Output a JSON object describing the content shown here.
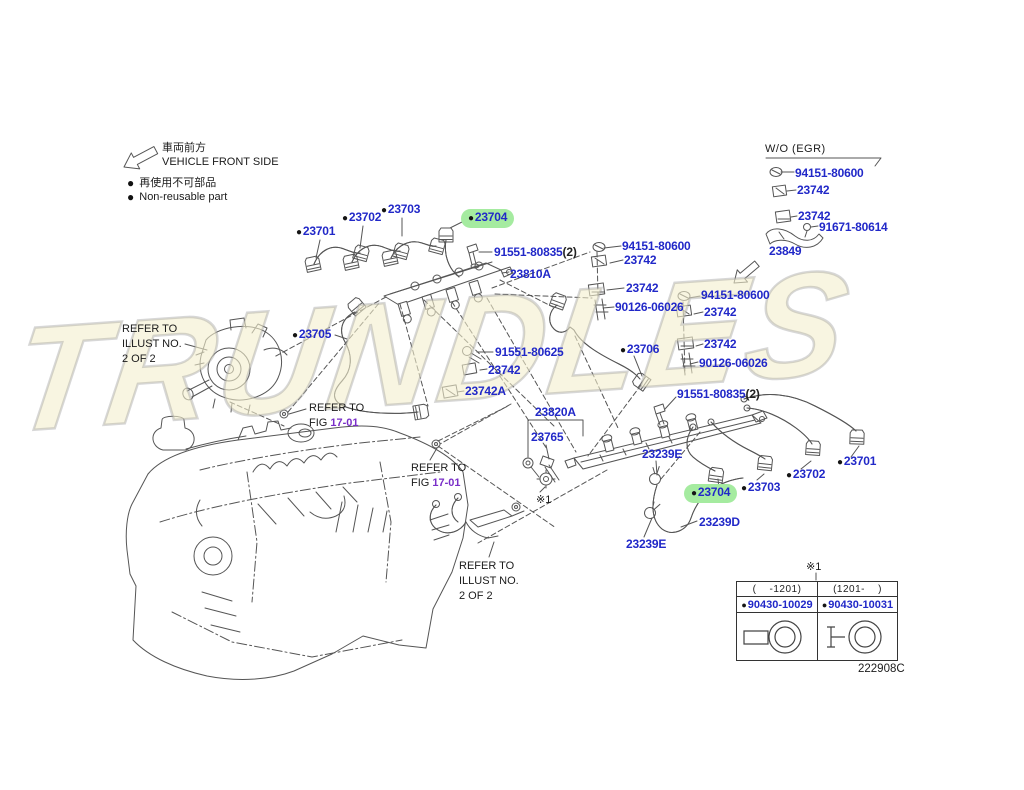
{
  "watermark": "TRUNDLES",
  "ui": {
    "bullet": "●"
  },
  "legend": {
    "front_jp": "車両前方",
    "front_en": "VEHICLE FRONT SIDE",
    "nonreuse_jp": "再使用不可部品",
    "nonreuse_en": "Non-reusable part"
  },
  "labels": {
    "top_23701": {
      "text": "23701",
      "bullet": true
    },
    "top_23702": {
      "text": "23702",
      "bullet": true
    },
    "top_23703": {
      "text": "23703",
      "bullet": true
    },
    "top_23704": {
      "text": "23704",
      "bullet": true,
      "highlighted": true
    },
    "bolt_91551_80835_top": {
      "text": "91551-80835",
      "suffix": "(2)"
    },
    "rail_23810a": {
      "text": "23810A"
    },
    "pipe_23705": {
      "text": "23705",
      "bullet": true
    },
    "bolt_91551_80625": {
      "text": "91551-80625"
    },
    "clamp_23742_mid": {
      "text": "23742"
    },
    "clamp_23742a": {
      "text": "23742A"
    },
    "pipe_23706": {
      "text": "23706",
      "bullet": true
    },
    "pipe_23820a": {
      "text": "23820A"
    },
    "bolt_23765": {
      "text": "23765"
    },
    "stack1_94151": {
      "text": "94151-80600"
    },
    "stack1_23742_upper": {
      "text": "23742"
    },
    "stack1_23742_lower": {
      "text": "23742"
    },
    "stack1_90126": {
      "text": "90126-06026"
    },
    "stack2_94151": {
      "text": "94151-80600"
    },
    "stack2_23742_upper": {
      "text": "23742"
    },
    "stack2_23742_lower": {
      "text": "23742"
    },
    "stack2_90126": {
      "text": "90126-06026"
    },
    "egr_header": {
      "text": "W/O (EGR)"
    },
    "egr_94151": {
      "text": "94151-80600"
    },
    "egr_23742_upper": {
      "text": "23742"
    },
    "egr_23742_lower": {
      "text": "23742"
    },
    "egr_91671": {
      "text": "91671-80614"
    },
    "egr_23849": {
      "text": "23849"
    },
    "bolt_91551_80835_right": {
      "text": "91551-80835",
      "suffix": "(2)"
    },
    "clamp_23239e_upper": {
      "text": "23239E"
    },
    "low_23704": {
      "text": "23704",
      "bullet": true,
      "highlighted": true
    },
    "low_23703": {
      "text": "23703",
      "bullet": true
    },
    "low_23702": {
      "text": "23702",
      "bullet": true
    },
    "low_23701": {
      "text": "23701",
      "bullet": true
    },
    "hose_23239d": {
      "text": "23239D"
    },
    "clamp_23239e_lower": {
      "text": "23239E"
    }
  },
  "refer": {
    "illust_upper": {
      "l1": "REFER TO",
      "l2": "ILLUST NO.",
      "l3": "2 OF 2"
    },
    "fig_upper": {
      "l1": "REFER TO",
      "l2": "FIG",
      "fig": "17-01"
    },
    "fig_lower": {
      "l1": "REFER TO",
      "l2": "FIG",
      "fig": "17-01"
    },
    "illust_lower": {
      "l1": "REFER TO",
      "l2": "ILLUST NO.",
      "l3": "2 OF 2"
    }
  },
  "notes": {
    "mark1": "※1",
    "mark2": "※1"
  },
  "table": {
    "header_left": "(    -1201)",
    "header_right": "(1201-    )",
    "part_left": "90430-10029",
    "part_right": "90430-10031"
  },
  "diagram_code": "222908C",
  "colors": {
    "part_number": "#2128c8",
    "fig_link": "#7a2fc8",
    "highlight": "#a5eba0"
  }
}
